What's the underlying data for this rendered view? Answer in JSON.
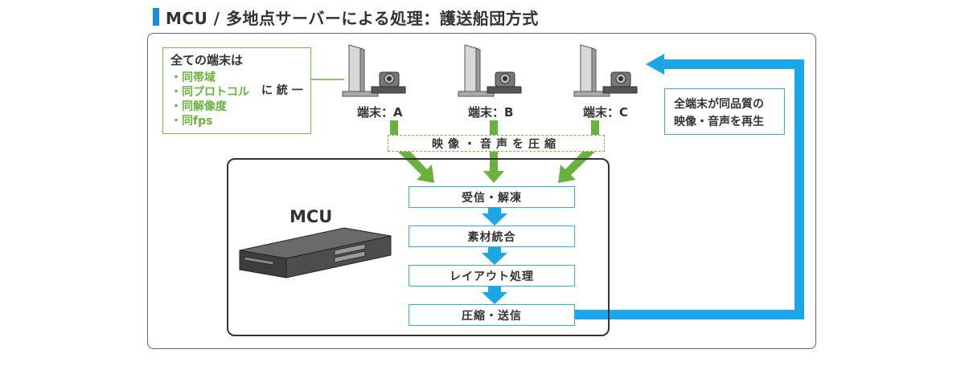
{
  "title": "MCU / 多地点サーバーによる処理：護送船団方式",
  "unify": {
    "heading": "全ての端末は",
    "items": [
      "・同帯域",
      "・同プロトコル",
      "・同解像度",
      "・同fps"
    ],
    "suffix": "に 統 一"
  },
  "terminals": [
    {
      "label": "端末：A"
    },
    {
      "label": "端末：B"
    },
    {
      "label": "端末：C"
    }
  ],
  "compress_label": "映像・音声を圧縮",
  "mcu_label": "MCU",
  "steps": [
    "受信・解凍",
    "素材統合",
    "レイアウト処理",
    "圧縮・送信"
  ],
  "replay": {
    "line1": "全端末が同品質の",
    "line2": "映像・音声を再生"
  },
  "colors": {
    "green": "#6ab23e",
    "blue": "#1ba7e6",
    "title_bar": "#1a8cd8"
  }
}
